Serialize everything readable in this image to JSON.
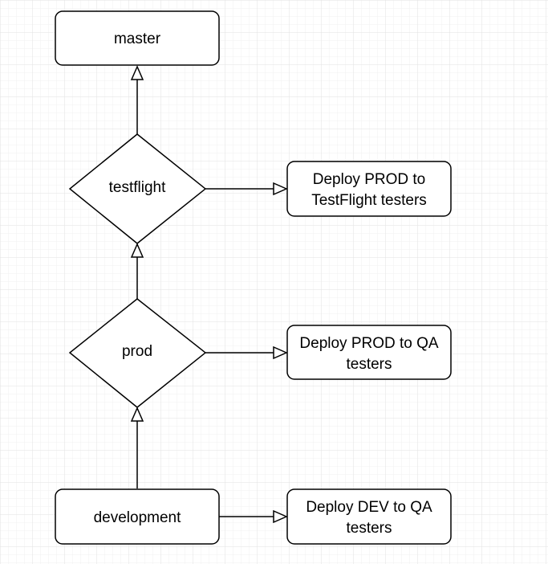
{
  "diagram": {
    "colors": {
      "background": "#ffffff",
      "grid_minor": "#f0f0f0",
      "grid_major": "#e2e2e2",
      "stroke": "#000000",
      "shape_fill": "#ffffff",
      "text": "#000000"
    },
    "nodes": {
      "master": {
        "shape": "rounded-rectangle",
        "label": "master"
      },
      "testflight": {
        "shape": "diamond",
        "label": "testflight"
      },
      "prod": {
        "shape": "diamond",
        "label": "prod"
      },
      "development": {
        "shape": "rounded-rectangle",
        "label": "development"
      },
      "deploy_testflight": {
        "shape": "rounded-rectangle",
        "line1": "Deploy PROD to",
        "line2": "TestFlight testers"
      },
      "deploy_prod_qa": {
        "shape": "rounded-rectangle",
        "line1": "Deploy PROD to QA",
        "line2": "testers"
      },
      "deploy_dev_qa": {
        "shape": "rounded-rectangle",
        "line1": "Deploy DEV to QA",
        "line2": "testers"
      }
    },
    "edges": [
      {
        "from": "development",
        "to": "prod",
        "arrowhead": "hollow-triangle"
      },
      {
        "from": "prod",
        "to": "testflight",
        "arrowhead": "hollow-triangle"
      },
      {
        "from": "testflight",
        "to": "master",
        "arrowhead": "hollow-triangle"
      },
      {
        "from": "development",
        "to": "deploy_dev_qa",
        "arrowhead": "hollow-triangle"
      },
      {
        "from": "prod",
        "to": "deploy_prod_qa",
        "arrowhead": "hollow-triangle"
      },
      {
        "from": "testflight",
        "to": "deploy_testflight",
        "arrowhead": "hollow-triangle"
      }
    ]
  }
}
